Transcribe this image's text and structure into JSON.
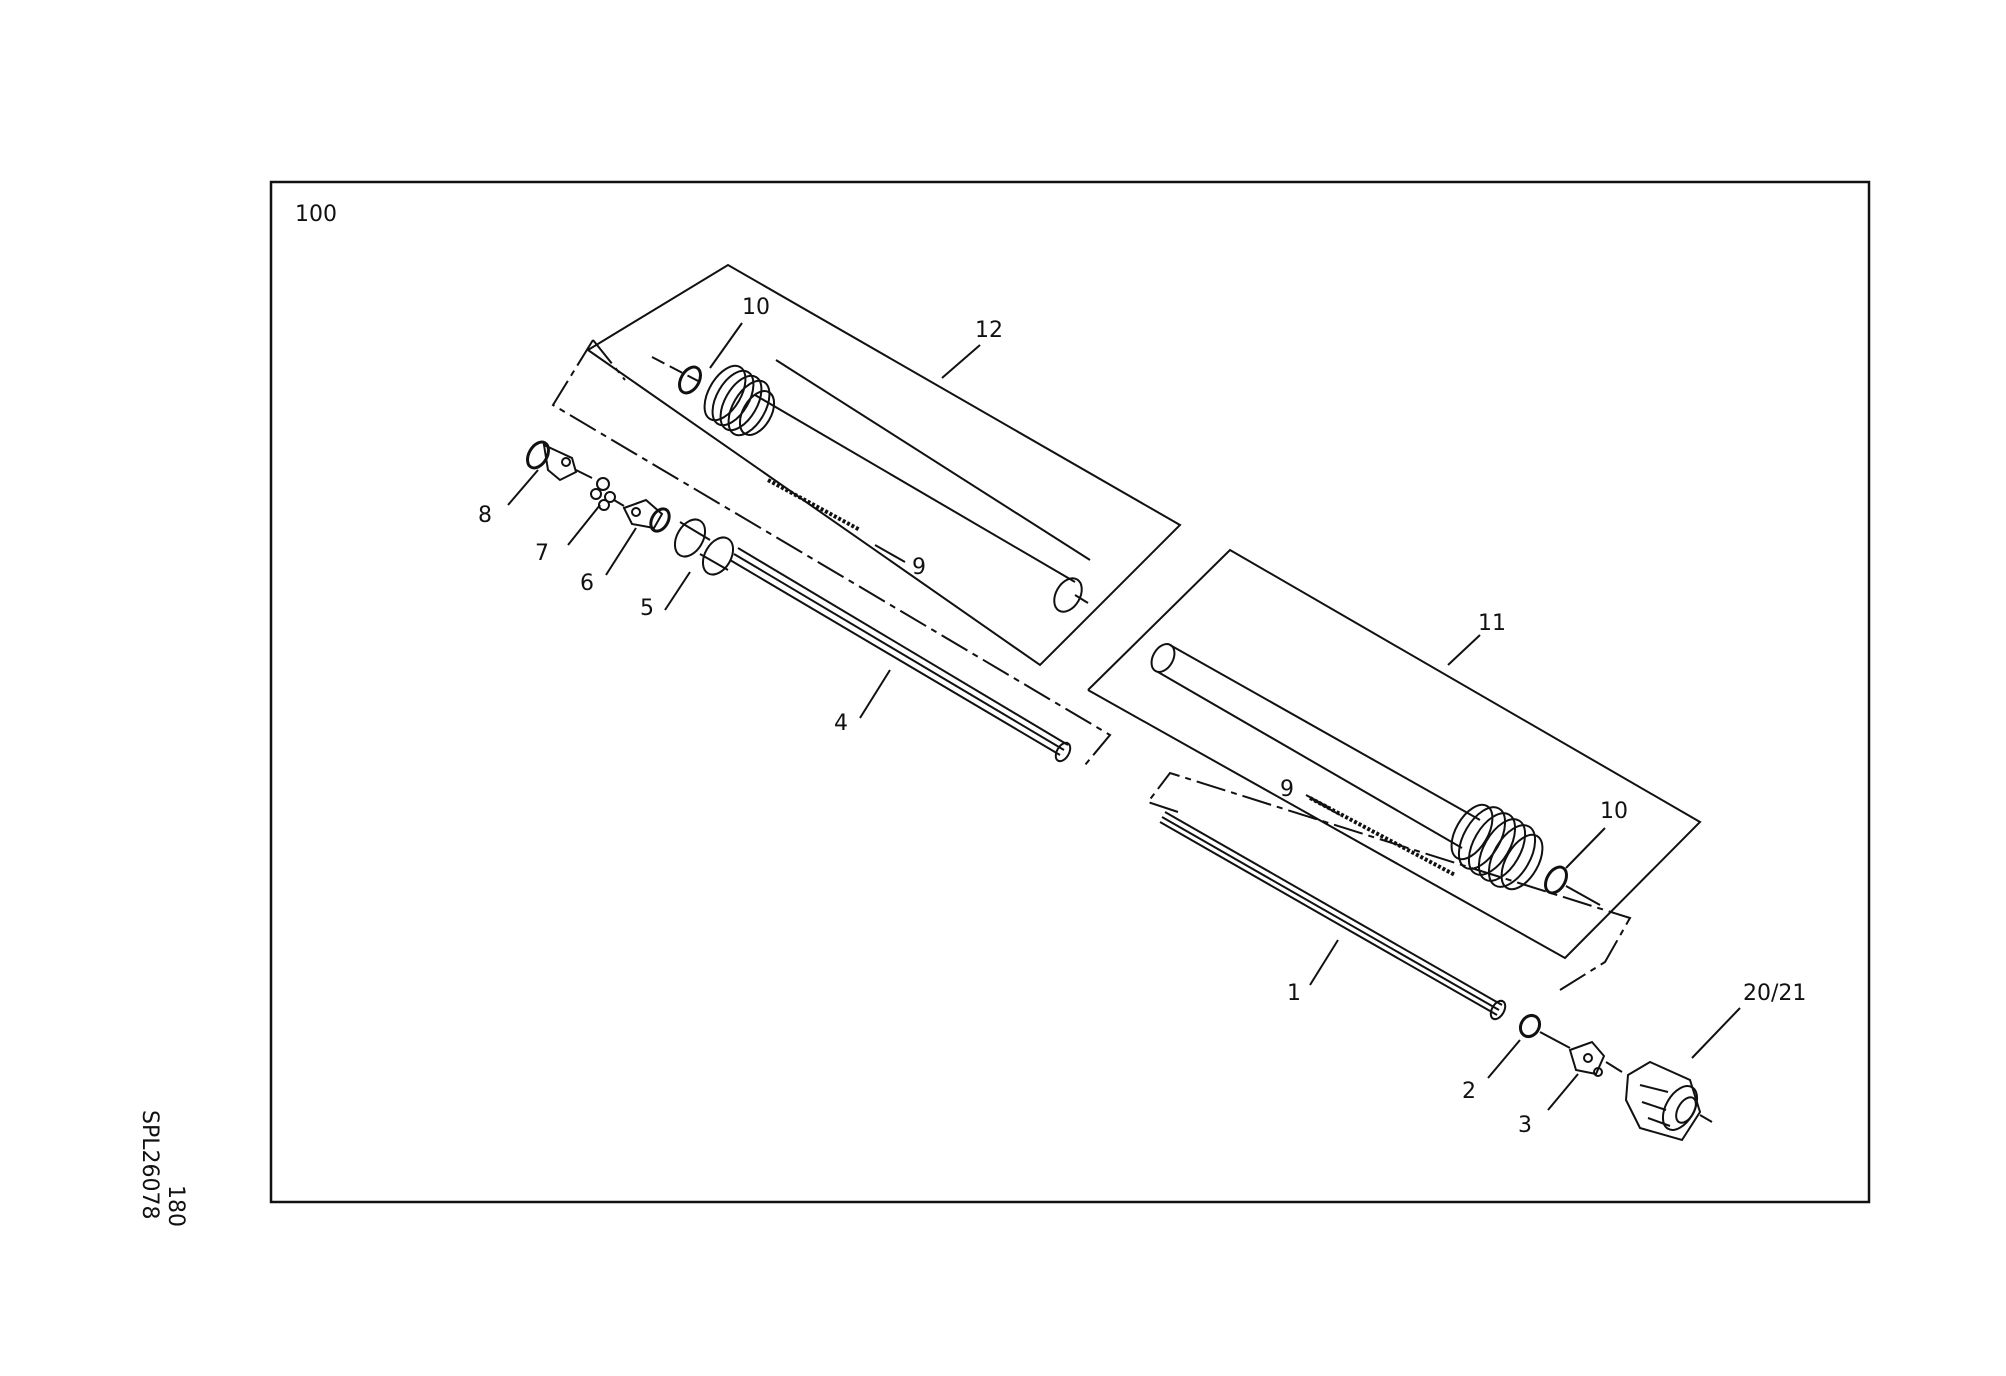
{
  "diagram": {
    "assembly_number": "100",
    "drawing_code": "SPL26078",
    "sheet_number": "180",
    "callouts": [
      {
        "id": "c12",
        "label": "12"
      },
      {
        "id": "c10a",
        "label": "10"
      },
      {
        "id": "c8",
        "label": "8"
      },
      {
        "id": "c7",
        "label": "7"
      },
      {
        "id": "c6",
        "label": "6"
      },
      {
        "id": "c5",
        "label": "5"
      },
      {
        "id": "c9a",
        "label": "9"
      },
      {
        "id": "c4",
        "label": "4"
      },
      {
        "id": "c11",
        "label": "11"
      },
      {
        "id": "c9b",
        "label": "9"
      },
      {
        "id": "c10b",
        "label": "10"
      },
      {
        "id": "c1",
        "label": "1"
      },
      {
        "id": "c2021",
        "label": "20/21"
      },
      {
        "id": "c2",
        "label": "2"
      },
      {
        "id": "c3",
        "label": "3"
      }
    ]
  }
}
